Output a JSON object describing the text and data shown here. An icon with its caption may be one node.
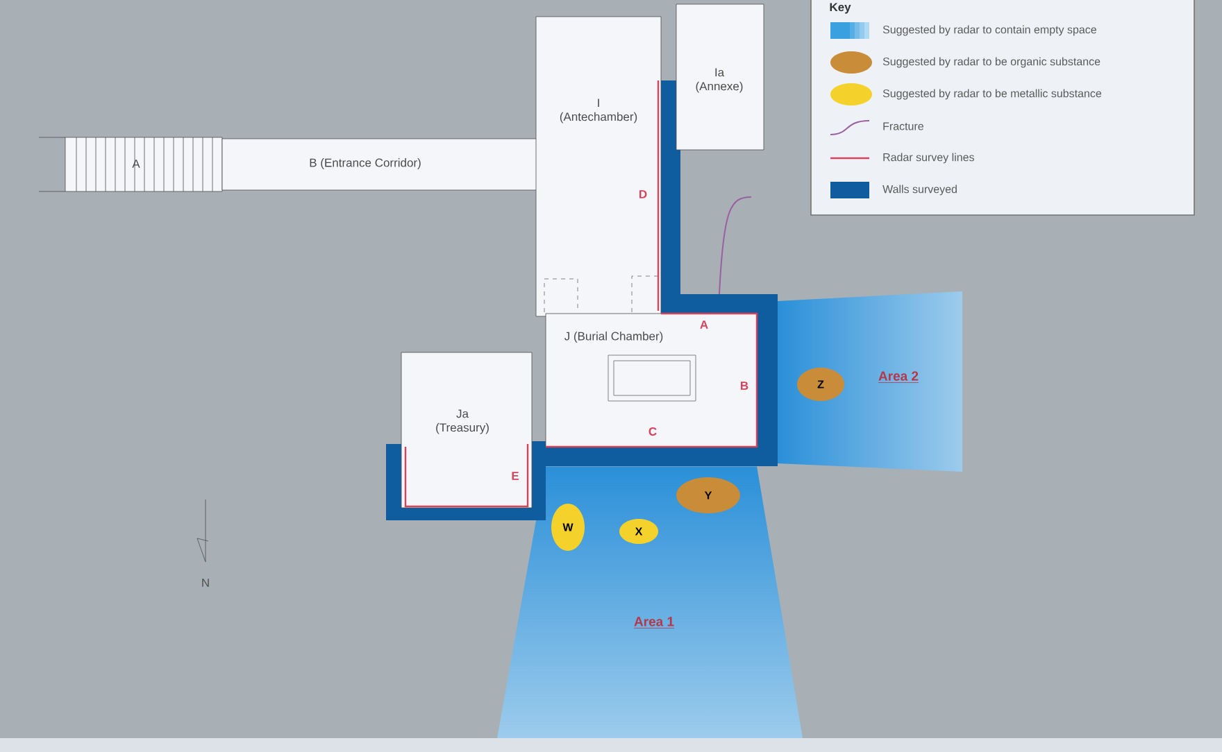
{
  "diagram": {
    "nodes": [
      {
        "text": [
          "Ia (Annexe)"
        ]
      },
      {
        "text": [
          "A"
        ]
      },
      {
        "text": [
          "B (Entrance Corridor)"
        ]
      },
      {
        "text": [
          "I (Antechamber)"
        ]
      },
      {
        "text": [
          "J (Burial Chamber)"
        ]
      },
      {
        "text": [
          "Area 2"
        ]
      },
      {
        "text": [
          "Z"
        ]
      },
      {
        "text": [
          "Ja (Treasury)"
        ]
      },
      {
        "text": [
          "Area 1"
        ]
      },
      {
        "text": [
          "Y"
        ]
      },
      {
        "text": [
          "W"
        ]
      },
      {
        "text": [
          "X"
        ]
      }
    ],
    "labels": [
      "Key",
      "D",
      "A",
      "B",
      "C",
      "E",
      "N"
    ],
    "legend": [
      {
        "text": "Suggested by radar to contain empty space",
        "color": "#3aa0e0"
      },
      {
        "text": "Suggested by radar to be organic substance",
        "color": "#c98d3a"
      },
      {
        "text": "Suggested by radar to be metallic substance",
        "color": "#f4d22b"
      },
      {
        "text": "Fracture"
      },
      {
        "text": "Radar survey lines"
      },
      {
        "text": "Walls surveyed",
        "color": "#0f5c9f"
      }
    ]
  }
}
